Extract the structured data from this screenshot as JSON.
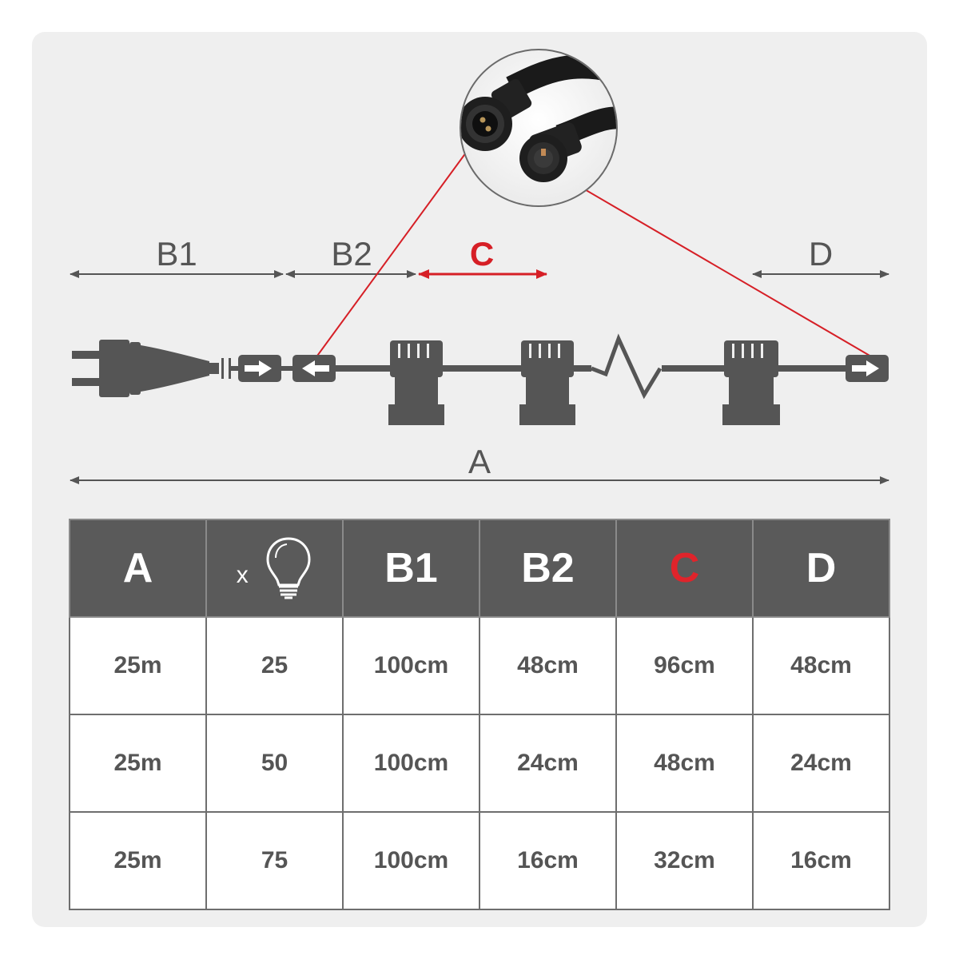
{
  "dimensions": {
    "b1": "B1",
    "b2": "B2",
    "c": "C",
    "d": "D",
    "a": "A"
  },
  "colors": {
    "accent": "#d61f26",
    "dark": "#555555",
    "header_bg": "#5a5a5a"
  },
  "table": {
    "headers": [
      {
        "key": "a",
        "label": "A"
      },
      {
        "key": "bulbs",
        "label": "x",
        "icon": "light-bulb-icon"
      },
      {
        "key": "b1",
        "label": "B1"
      },
      {
        "key": "b2",
        "label": "B2"
      },
      {
        "key": "c",
        "label": "C"
      },
      {
        "key": "d",
        "label": "D"
      }
    ],
    "rows": [
      [
        "25m",
        "25",
        "100cm",
        "48cm",
        "96cm",
        "48cm"
      ],
      [
        "25m",
        "50",
        "100cm",
        "24cm",
        "48cm",
        "24cm"
      ],
      [
        "25m",
        "75",
        "100cm",
        "16cm",
        "32cm",
        "16cm"
      ]
    ]
  }
}
